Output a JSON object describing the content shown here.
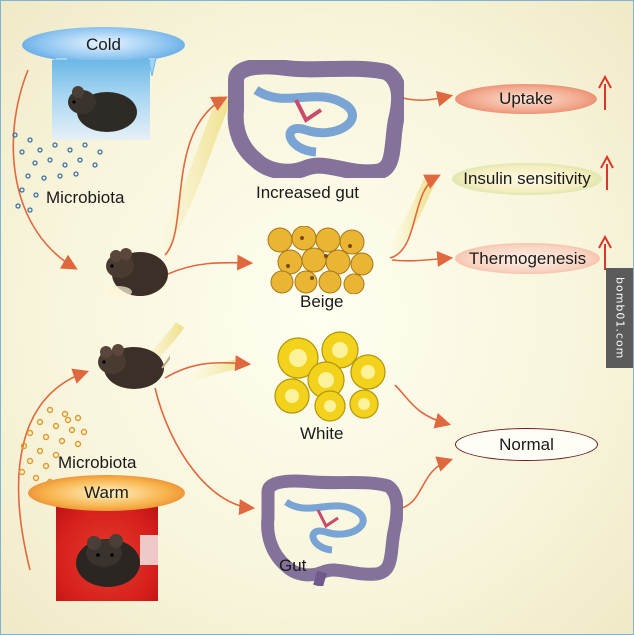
{
  "labels": {
    "cold": "Cold",
    "warm": "Warm",
    "microbiota_top": "Microbiota",
    "microbiota_bottom": "Microbiota",
    "increased_gut": "Increased gut",
    "beige": "Beige",
    "white": "White",
    "gut": "Gut",
    "uptake": "Uptake",
    "insulin_sensitivity": "Insulin sensitivity",
    "thermogenesis": "Thermogenesis",
    "normal": "Normal"
  },
  "watermark": "bomb01.com",
  "colors": {
    "arrow": "#e0683e",
    "up_arrow": "#d9372b",
    "cold_blue": "#3a8fd9",
    "warm_orange": "#f2a23a",
    "gut_purple": "#6f5a8e",
    "beige_fat": "#e9b533",
    "white_fat": "#f3d21b",
    "microbiota_blue": "#3d6fa5",
    "microbiota_orange": "#e19a2a"
  }
}
